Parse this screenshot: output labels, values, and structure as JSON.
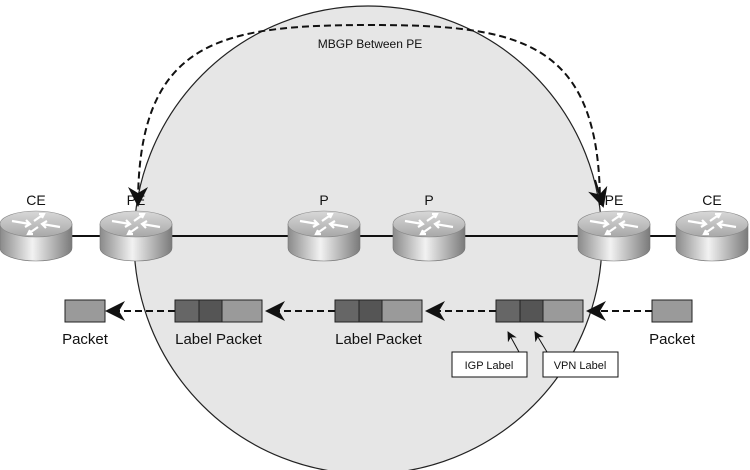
{
  "title": "MBGP Between PE",
  "nodes": [
    {
      "id": "ce-left",
      "label": "CE"
    },
    {
      "id": "pe-left",
      "label": "PE"
    },
    {
      "id": "p-1",
      "label": "P"
    },
    {
      "id": "p-2",
      "label": "P"
    },
    {
      "id": "pe-right",
      "label": "PE"
    },
    {
      "id": "ce-right",
      "label": "CE"
    }
  ],
  "packets": [
    {
      "label": "Packet"
    },
    {
      "label": "Label Packet"
    },
    {
      "label": "Label Packet"
    },
    {
      "label": ""
    },
    {
      "label": "Packet"
    }
  ],
  "callouts": {
    "igp": "IGP Label",
    "vpn": "VPN Label"
  },
  "colors": {
    "circle": "#e6e6e6",
    "label_dark": "#666666",
    "label_darker": "#555555",
    "payload": "#9a9a9a"
  }
}
